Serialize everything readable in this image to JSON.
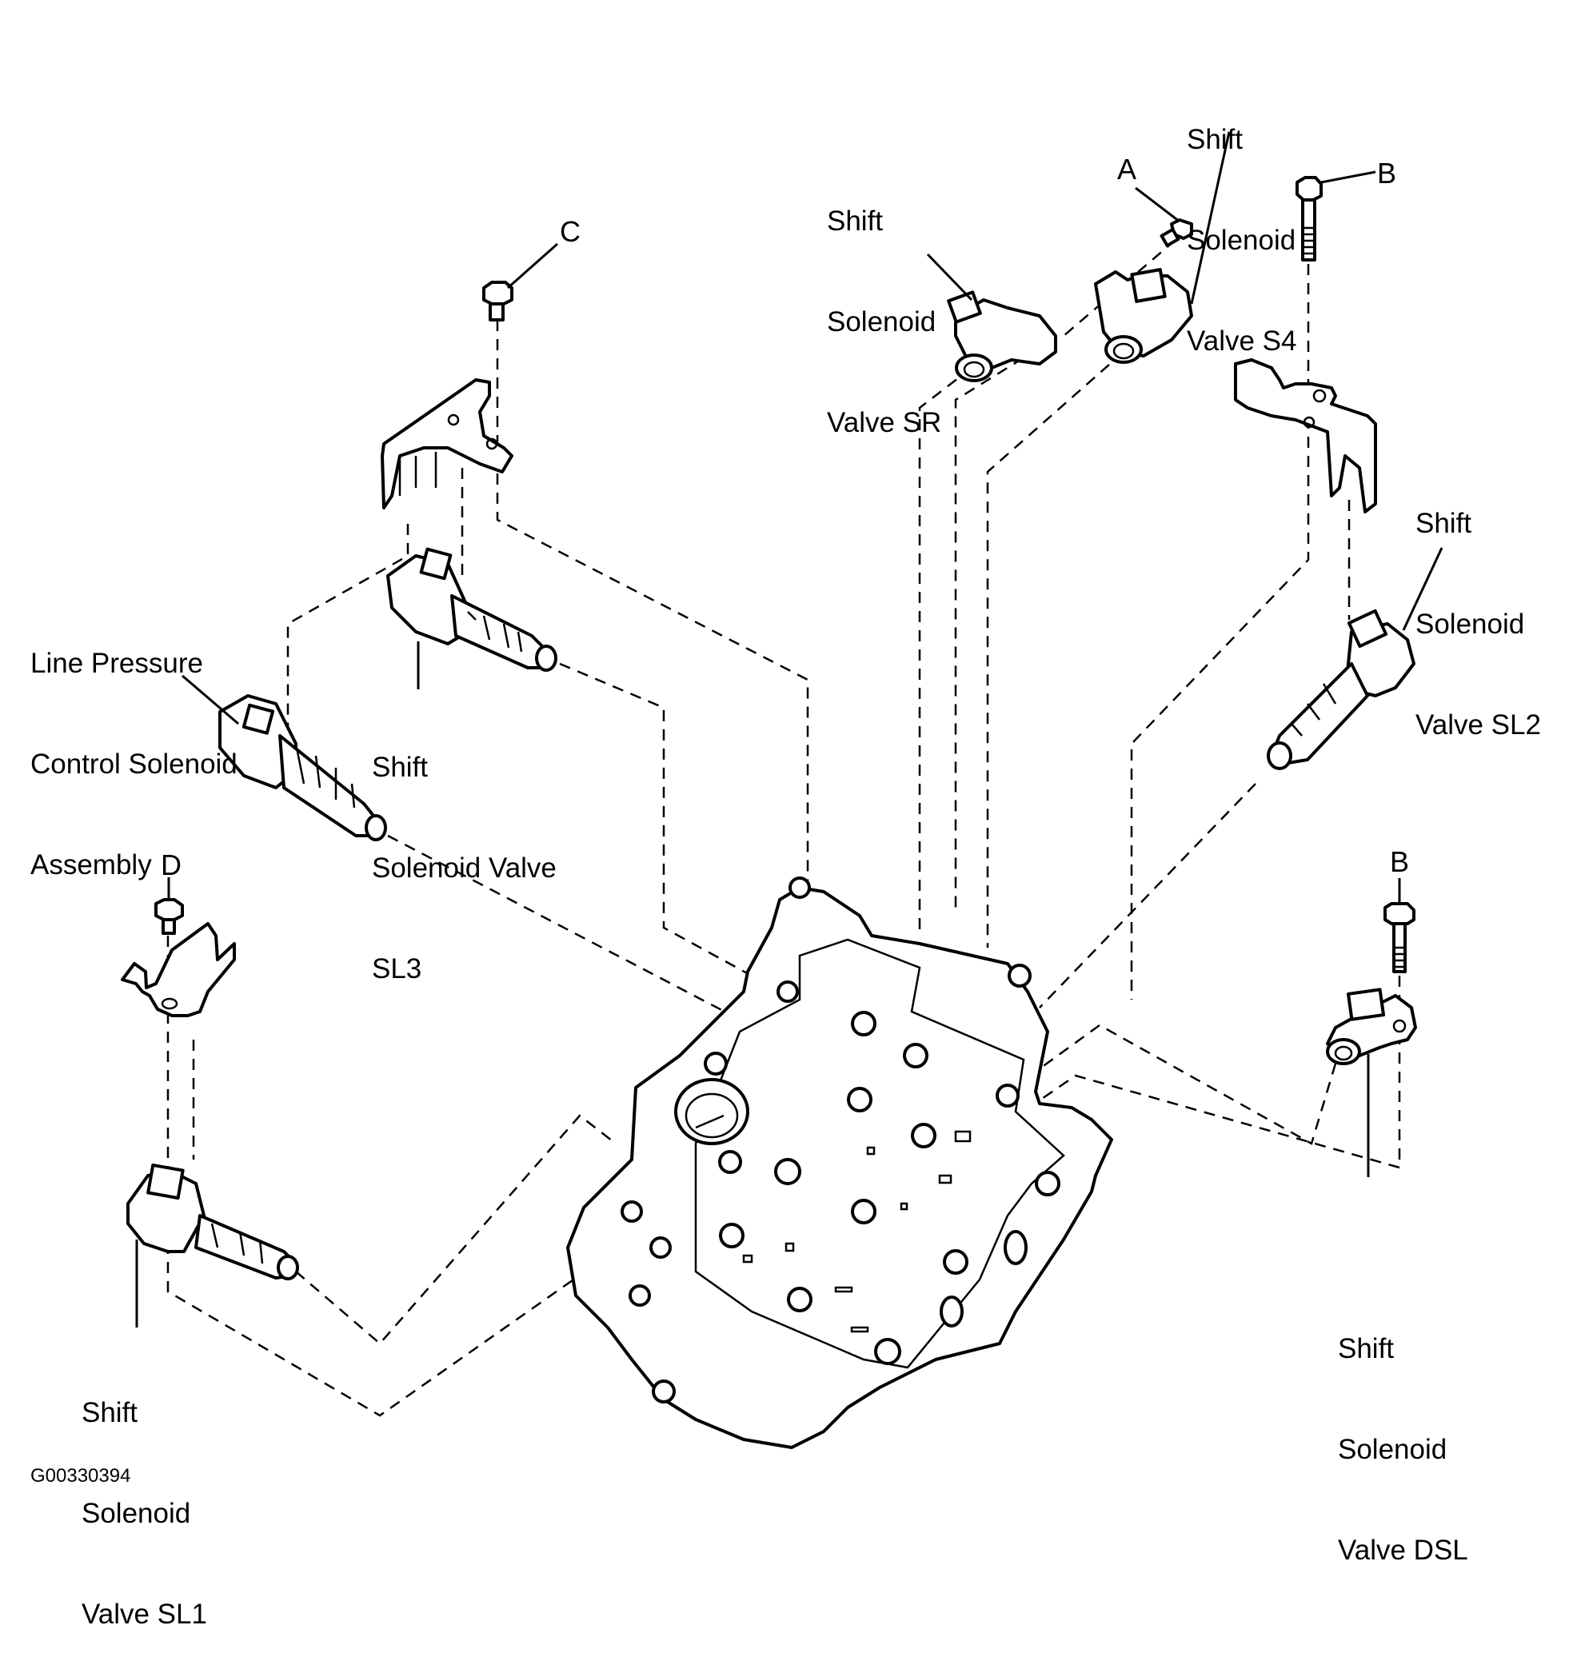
{
  "figure": {
    "id": "G00330394",
    "type": "exploded-view technical illustration",
    "subject": "Automatic transmission valve body solenoid valves"
  },
  "callouts": {
    "shift_solenoid_sr": [
      "Shift",
      "Solenoid",
      "Valve SR"
    ],
    "shift_solenoid_s4": [
      "Shift",
      "Solenoid",
      "Valve S4"
    ],
    "shift_solenoid_sl2": [
      "Shift",
      "Solenoid",
      "Valve SL2"
    ],
    "shift_solenoid_sl3": [
      "Shift",
      "Solenoid Valve",
      "SL3"
    ],
    "line_pressure_control": [
      "Line Pressure",
      "Control Solenoid",
      "Assembly"
    ],
    "shift_solenoid_sl1": [
      "Shift",
      "Solenoid",
      "Valve SL1"
    ],
    "shift_solenoid_dsl": [
      "Shift",
      "Solenoid",
      "Valve DSL"
    ]
  },
  "fastener_letters": {
    "a": "A",
    "b_top": "B",
    "b_bottom": "B",
    "c": "C",
    "d": "D"
  }
}
